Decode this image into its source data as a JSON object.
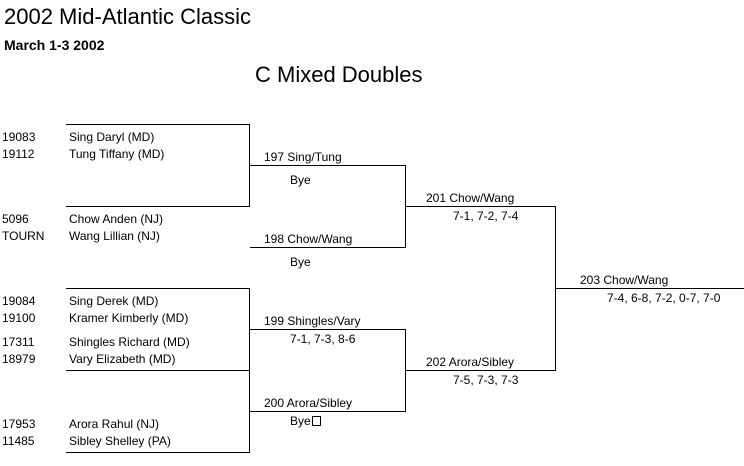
{
  "header": {
    "title": "2002 Mid-Atlantic Classic",
    "dates": "March 1-3 2002",
    "event": "C Mixed Doubles"
  },
  "entries": [
    {
      "id": "19083",
      "name": "Sing Daryl (MD)"
    },
    {
      "id": "19112",
      "name": "Tung Tiffany (MD)"
    },
    {
      "id": "5096",
      "name": "Chow Anden (NJ)"
    },
    {
      "id": "TOURN",
      "name": "Wang Lillian (NJ)"
    },
    {
      "id": "19084",
      "name": "Sing Derek (MD)"
    },
    {
      "id": "19100",
      "name": "Kramer Kimberly (MD)"
    },
    {
      "id": "17311",
      "name": "Shingles Richard (MD)"
    },
    {
      "id": "18979",
      "name": "Vary Elizabeth (MD)"
    },
    {
      "id": "17953",
      "name": "Arora Rahul (NJ)"
    },
    {
      "id": "11485",
      "name": "Sibley Shelley (PA)"
    }
  ],
  "round1": [
    {
      "match": "197 Sing/Tung",
      "score": "Bye"
    },
    {
      "match": "198 Chow/Wang",
      "score": "Bye"
    },
    {
      "match": "199 Shingles/Vary",
      "score": "7-1, 7-3, 8-6"
    },
    {
      "match": "200 Arora/Sibley",
      "score": "Bye"
    }
  ],
  "round2": [
    {
      "match": "201 Chow/Wang",
      "score": "7-1, 7-2, 7-4"
    },
    {
      "match": "202 Arora/Sibley",
      "score": "7-5, 7-3, 7-3"
    }
  ],
  "final": {
    "match": "203 Chow/Wang",
    "score": "7-4, 6-8, 7-2, 0-7, 7-0"
  }
}
